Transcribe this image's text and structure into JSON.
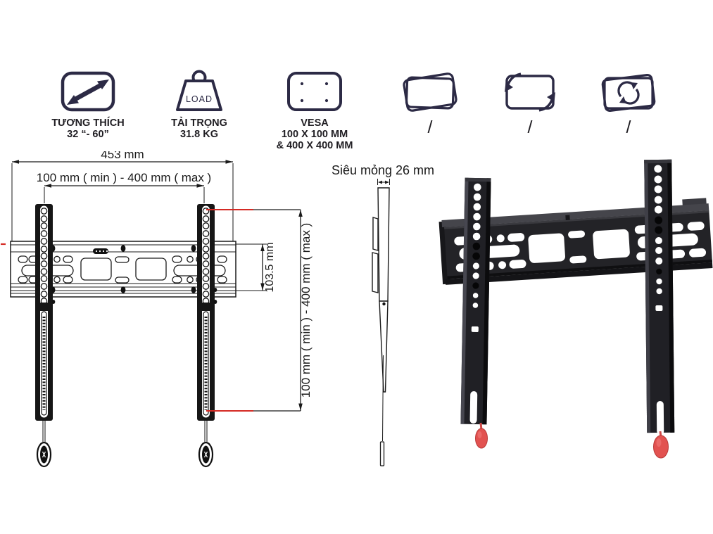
{
  "features": {
    "compatibility": {
      "line1": "TƯƠNG THÍCH",
      "line2": "32 “- 60”"
    },
    "load": {
      "badge": "LOAD",
      "line1": "TẢI TRỌNG",
      "line2": "31.8 KG"
    },
    "vesa": {
      "line1": "VESA",
      "line2": "100 X 100 MM",
      "line3": "& 400 X 400 MM"
    },
    "tilt": {
      "label": "/"
    },
    "swivel": {
      "label": "/"
    },
    "rotate": {
      "label": "/"
    }
  },
  "diagram": {
    "width_total": "453 mm",
    "width_range": "100 mm ( min ) - 400 mm ( max )",
    "plate_height": "103.5 mm",
    "height_range": "100 mm ( min ) - 400 mm ( max )",
    "profile_label": "Siêu mỏng 26 mm"
  },
  "colors": {
    "icon_stroke": "#2c2a45",
    "label_text": "#1f1d22",
    "drawing_line": "#1a1a1a",
    "accent_red": "#d42a24",
    "photo_pull_red": "#e25250",
    "photo_metal_dark": "#202025"
  }
}
